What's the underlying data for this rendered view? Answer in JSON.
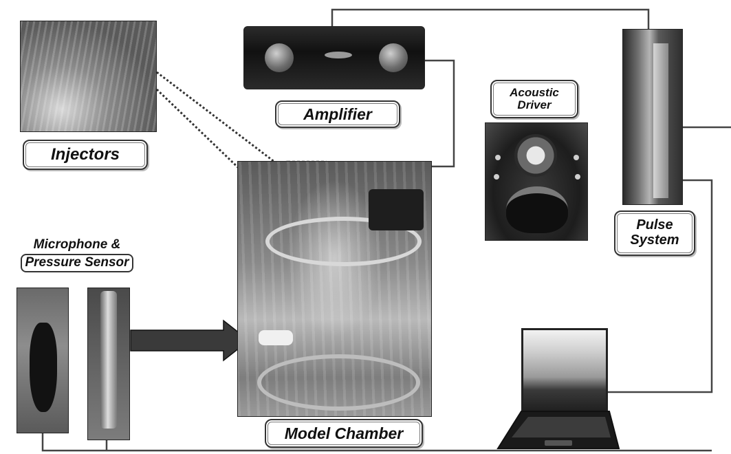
{
  "labels": {
    "injectors": "Injectors",
    "amplifier": "Amplifier",
    "acoustic_driver": [
      "Acoustic",
      "Driver"
    ],
    "pulse_system": [
      "Pulse",
      "System"
    ],
    "mic_sensor": [
      "Microphone &",
      "Pressure Sensor"
    ],
    "model_chamber": "Model Chamber"
  },
  "icons": {
    "injectors": "injectors-photo",
    "amplifier": "amplifier-photo",
    "acoustic_driver": "speaker-driver-photo",
    "pulse_system": "pulse-tube-photo",
    "microphone": "microphone-photo",
    "pressure_sensor": "pressure-sensor-photo",
    "model_chamber": "chamber-photo",
    "computer": "laptop-icon"
  },
  "colors": {
    "line": "#444444",
    "arrow": "#333333",
    "label_border": "#333333"
  }
}
